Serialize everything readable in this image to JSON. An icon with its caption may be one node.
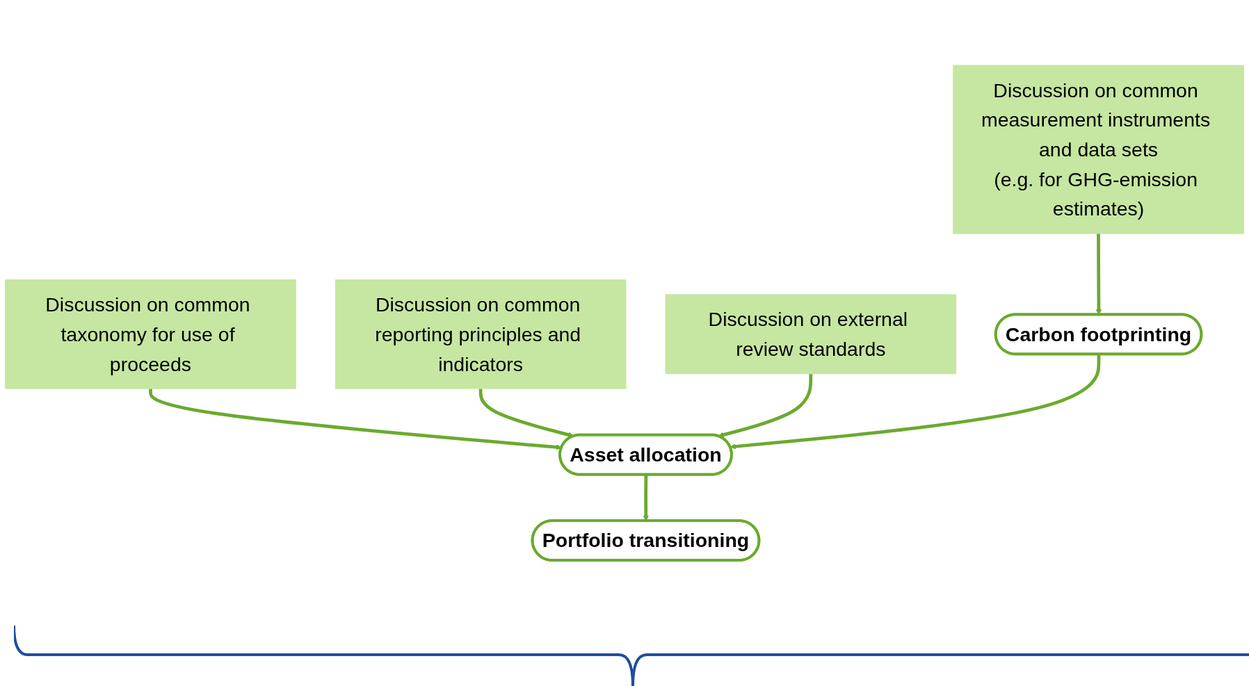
{
  "diagram": {
    "nodes": [
      {
        "text": [
          "Discussion on common taxonomy for use of proceeds"
        ]
      },
      {
        "text": [
          "Discussion on common measurement instruments and data sets",
          "(e.g. for GHG-emission estimates)"
        ]
      },
      {
        "text": [
          "Discussion on common reporting principles and indicators"
        ]
      },
      {
        "text": [
          "Discussion on external review standards"
        ]
      },
      {
        "text": [
          "Carbon footprinting"
        ]
      },
      {
        "text": [
          "Asset allocation"
        ]
      },
      {
        "text": [
          "Portfolio transitioning"
        ]
      }
    ],
    "edges": [
      {
        "from": 0,
        "to": 5,
        "arrow": "to"
      },
      {
        "from": 1,
        "to": 4,
        "arrow": "to"
      },
      {
        "from": 2,
        "to": 5,
        "arrow": "to"
      },
      {
        "from": 3,
        "to": 5,
        "arrow": "to"
      },
      {
        "from": 4,
        "to": 5,
        "arrow": "to"
      },
      {
        "from": 5,
        "to": 6,
        "arrow": "to"
      }
    ]
  }
}
